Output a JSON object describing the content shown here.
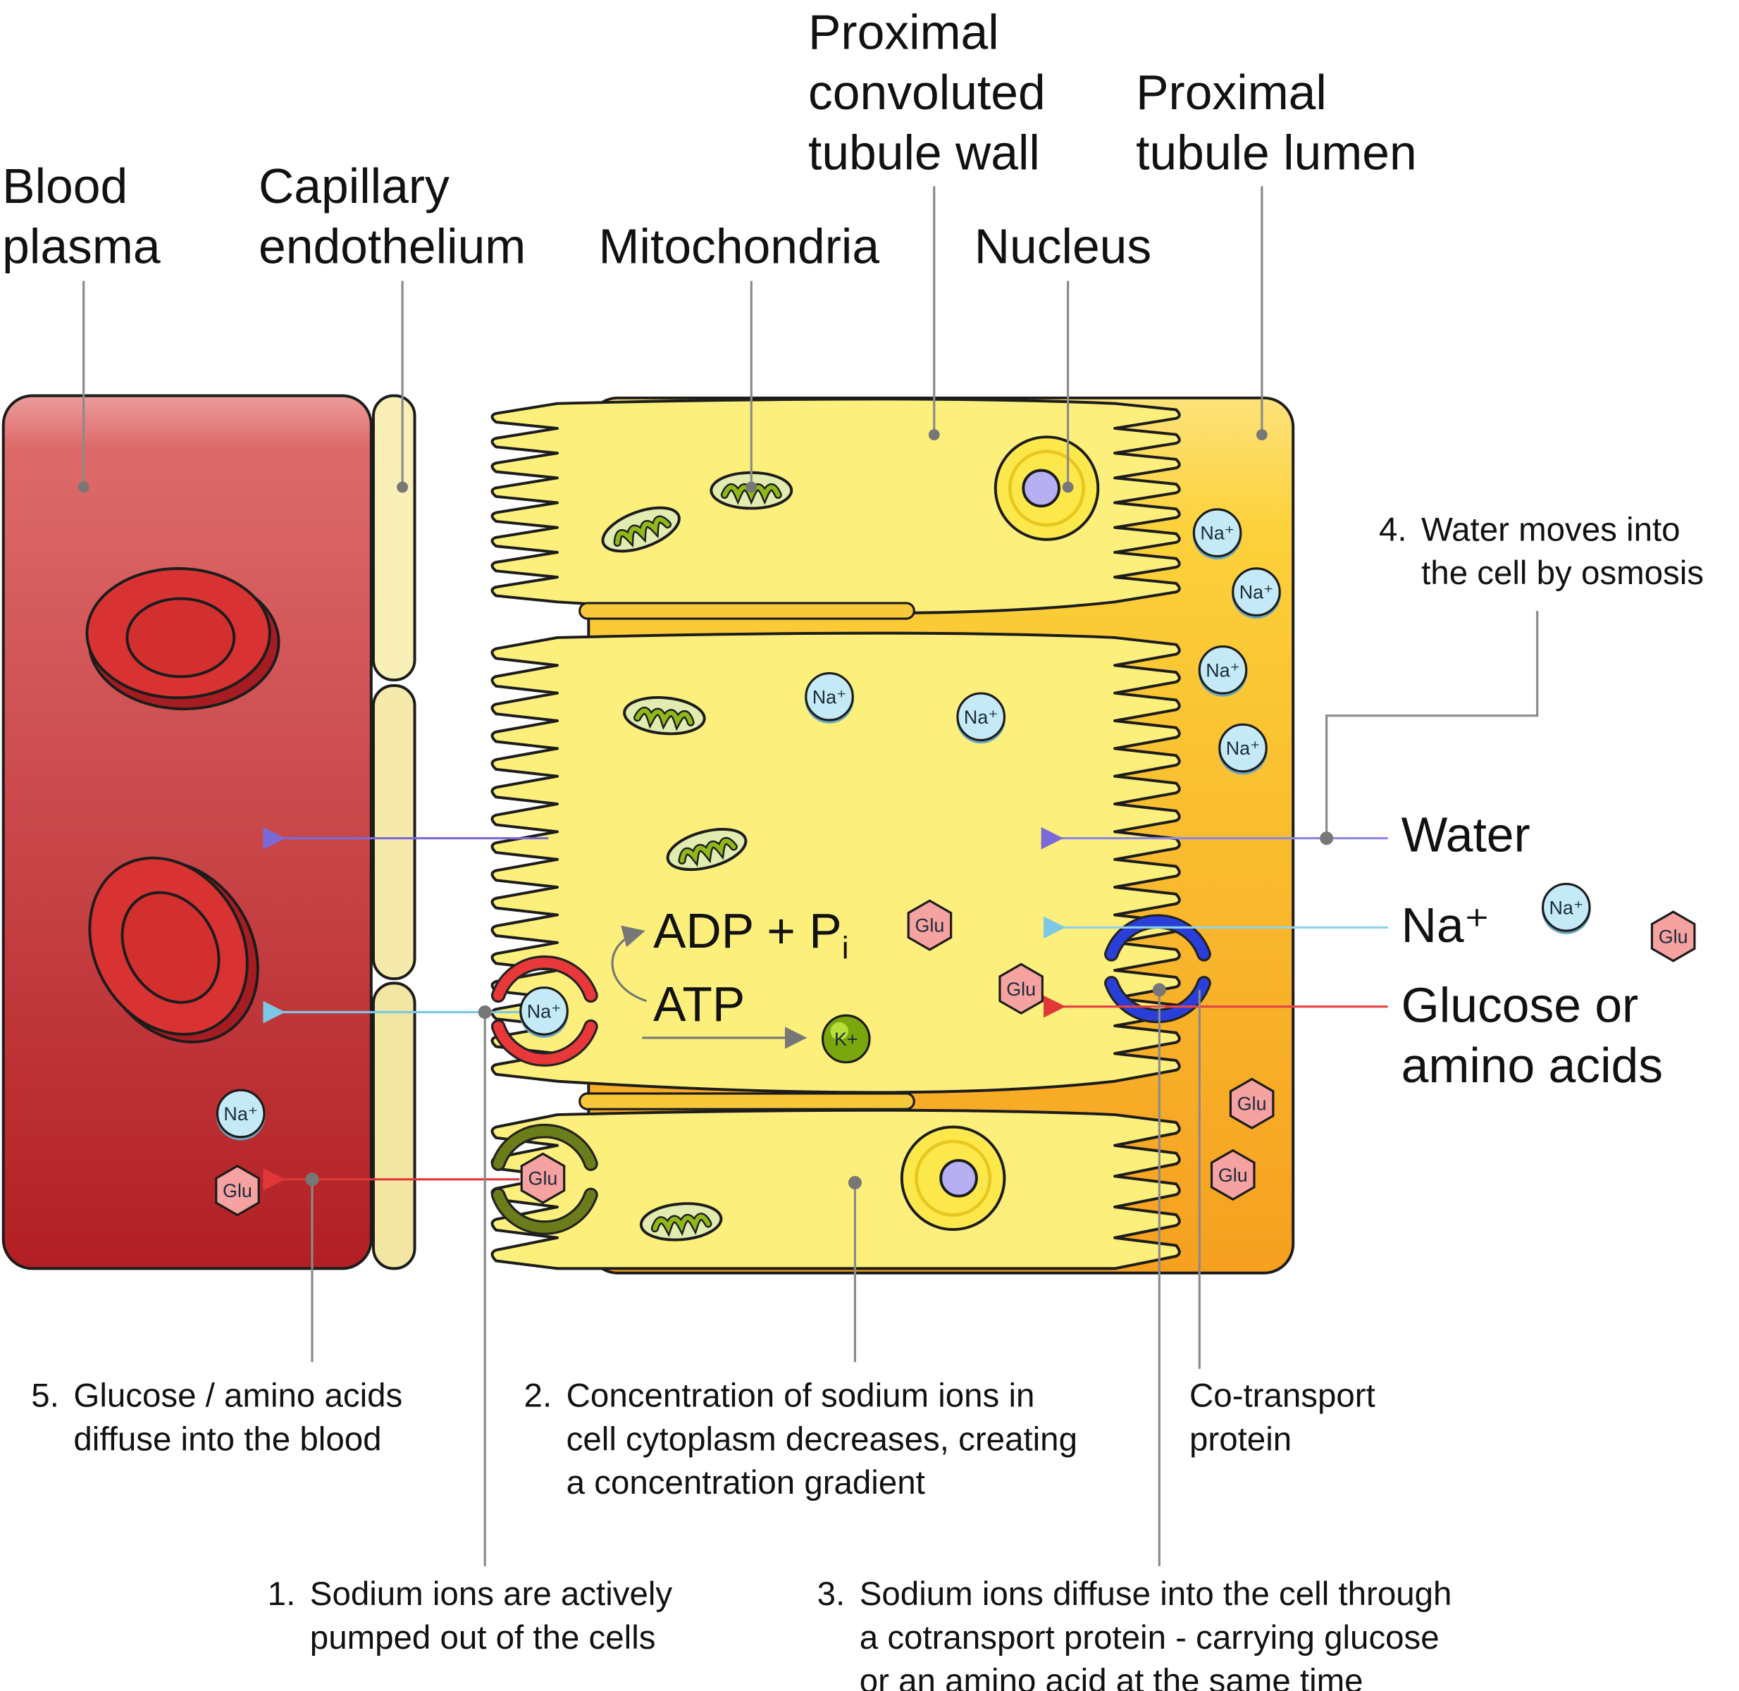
{
  "labels": {
    "blood_plasma": [
      "Blood",
      "plasma"
    ],
    "capillary_endothelium": [
      "Capillary",
      "endothelium"
    ],
    "mitochondria": "Mitochondria",
    "pct_wall": [
      "Proximal",
      "convoluted",
      "tubule wall"
    ],
    "nucleus": "Nucleus",
    "lumen": [
      "Proximal",
      "tubule lumen"
    ],
    "co_transport": [
      "Co-transport",
      "protein"
    ]
  },
  "legend": {
    "water": "Water",
    "sodium": "Na⁺",
    "glucose": [
      "Glucose or",
      "amino acids"
    ]
  },
  "steps": {
    "s1": {
      "num": "1.",
      "lines": [
        "Sodium ions are actively",
        "pumped out of the cells"
      ]
    },
    "s2": {
      "num": "2.",
      "lines": [
        "Concentration of sodium ions in",
        "cell cytoplasm decreases, creating",
        "a concentration gradient"
      ]
    },
    "s3": {
      "num": "3.",
      "lines": [
        "Sodium ions diffuse into the cell through",
        "a cotransport protein - carrying glucose",
        "or an amino acid at the same time"
      ]
    },
    "s4": {
      "num": "4.",
      "lines": [
        "Water moves into",
        "the cell by osmosis"
      ]
    },
    "s5": {
      "num": "5.",
      "lines": [
        "Glucose / amino acids",
        "diffuse into the blood"
      ]
    }
  },
  "reaction": {
    "adp": "ADP + P",
    "adp_sub": "i",
    "atp": "ATP"
  },
  "ions": {
    "na": "Na⁺",
    "glu": "Glu",
    "k": "K+"
  },
  "colors": {
    "water_arrow": "#8c86e6",
    "sodium_arrow": "#8fd3ea",
    "glucose_arrow": "#e84545",
    "cell": "#fdef7c",
    "lumen": "#f9b02a",
    "blood": "#c2282c"
  }
}
